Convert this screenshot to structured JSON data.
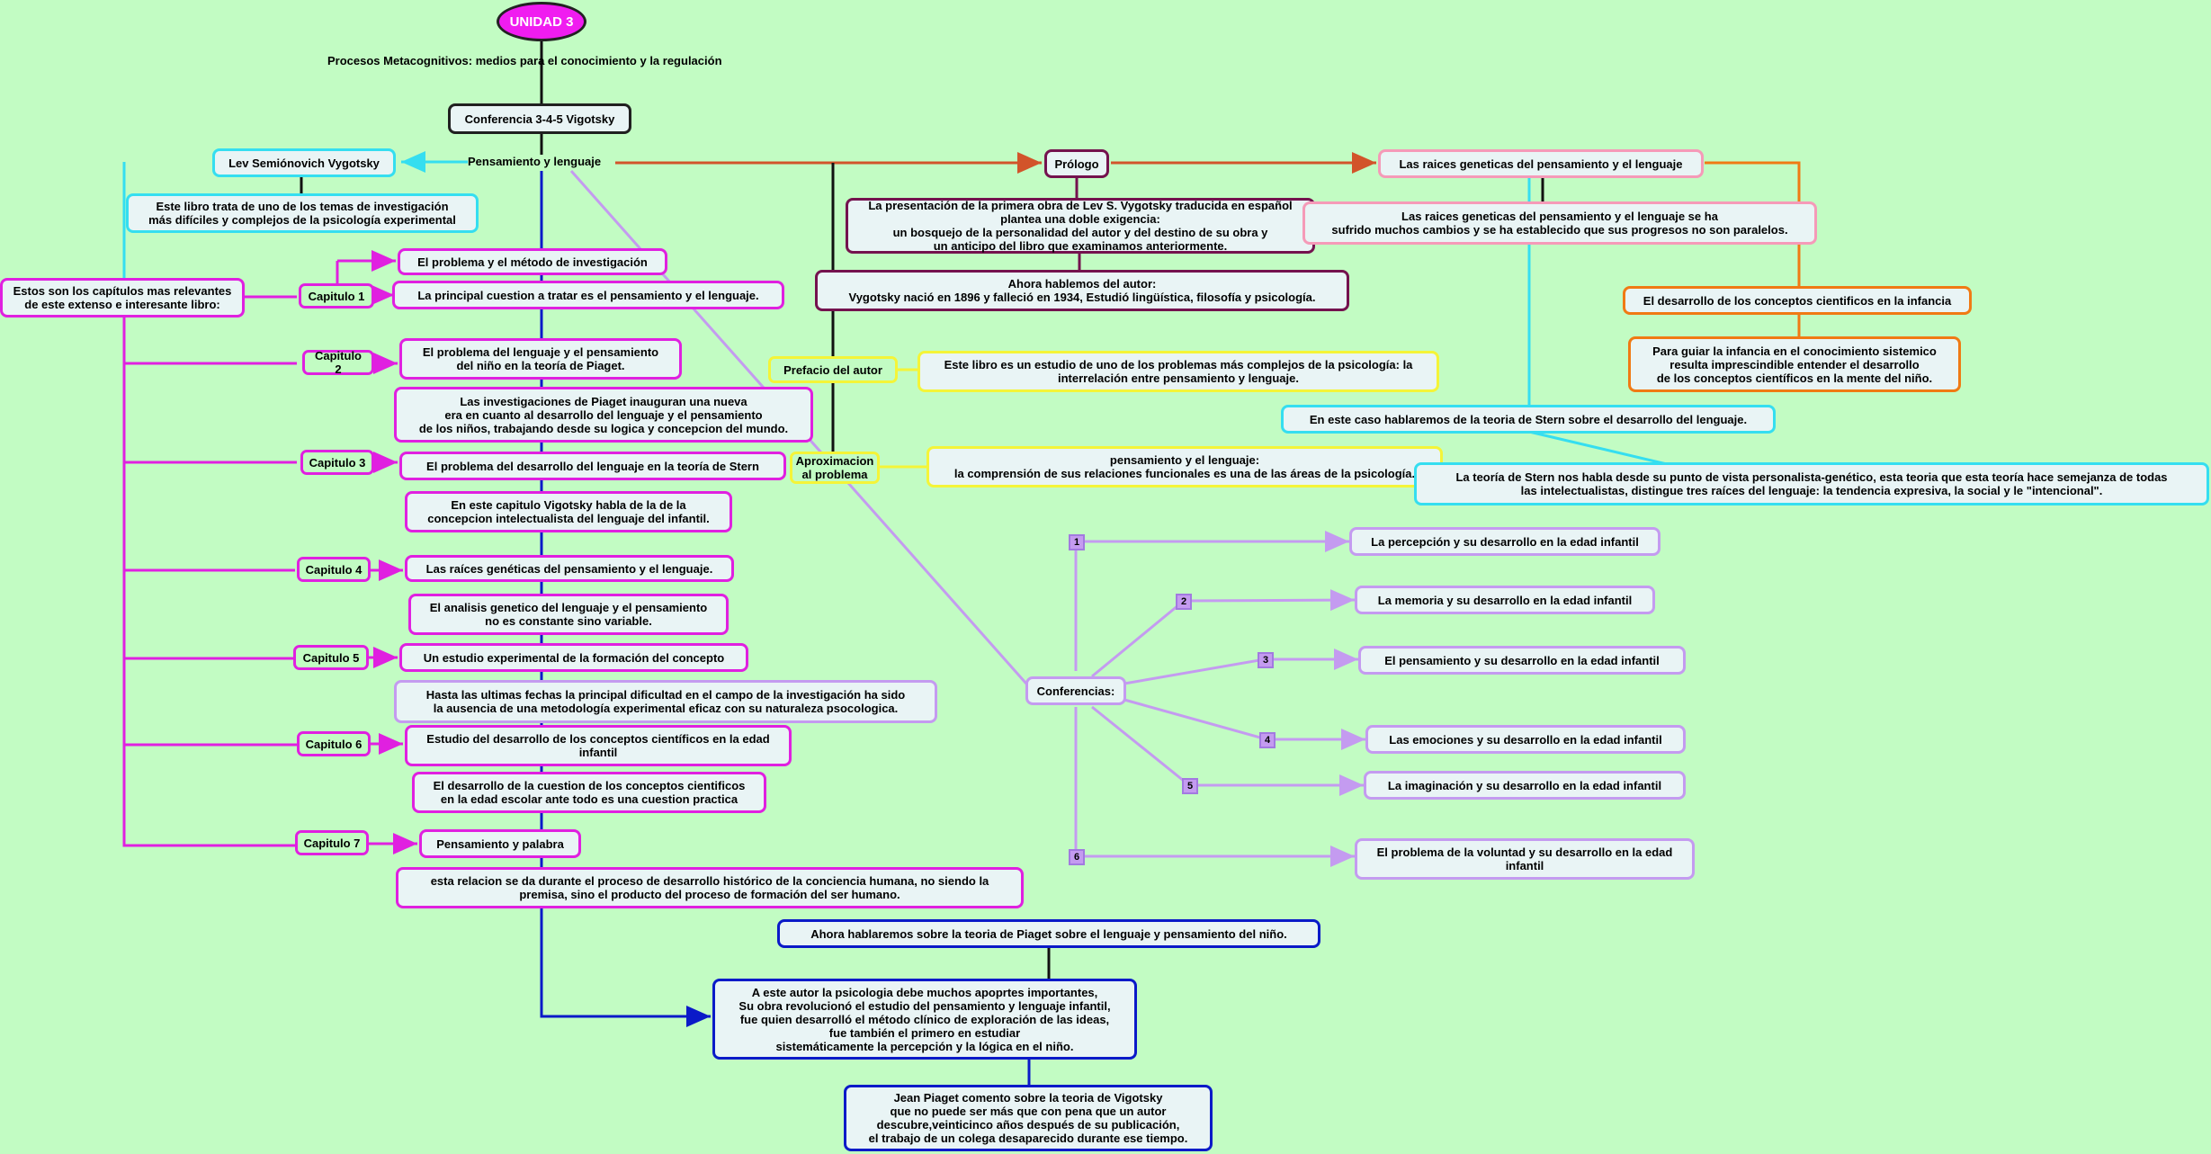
{
  "root": "UNIDAD 3",
  "subtitle": "Procesos Metacognitivos: medios para el conocimiento y la regulación",
  "conferencia": "Conferencia 3-4-5 Vigotsky",
  "pensamiento": "Pensamiento y lenguaje",
  "author_name": "Lev Semiónovich Vygotsky",
  "author_book": "Este libro trata de uno de los temas de investigación\nmás difíciles y complejos de la psicología experimental",
  "chapters_intro": "Estos son los capítulos mas relevantes\nde este extenso e interesante libro:",
  "chapters": [
    {
      "label": "Capitulo 1",
      "title": "El problema y el método de investigación",
      "detail": "La principal cuestion a tratar es el pensamiento y el lenguaje."
    },
    {
      "label": "Capitulo 2",
      "title": "El problema del lenguaje y el pensamiento\ndel niño en la teoría de Piaget.",
      "detail": "Las investigaciones de Piaget inauguran una nueva\nera en cuanto al desarrollo del lenguaje y el pensamiento\nde los niños, trabajando desde su logica y concepcion del mundo."
    },
    {
      "label": "Capitulo 3",
      "title": "El problema del desarrollo del lenguaje en la teoría de Stern",
      "detail": "En este capitulo Vigotsky habla de la de la\nconcepcion intelectualista del lenguaje del infantil."
    },
    {
      "label": "Capitulo 4",
      "title": "Las raíces genéticas del pensamiento y el lenguaje.",
      "detail": "El analisis genetico del lenguaje y el pensamiento\nno es constante sino variable."
    },
    {
      "label": "Capitulo 5",
      "title": "Un estudio experimental de la formación del concepto",
      "detail": "Hasta las ultimas fechas la principal dificultad en el campo de la investigación ha sido\nla ausencia de una metodología experimental eficaz con su naturaleza psocologica."
    },
    {
      "label": "Capitulo 6",
      "title": "Estudio del desarrollo de los conceptos científicos en la edad\ninfantil",
      "detail": "El desarrollo de la cuestion de los conceptos cientificos\nen la edad escolar ante todo es una cuestion practica"
    },
    {
      "label": "Capitulo 7",
      "title": "Pensamiento y palabra",
      "detail": "esta relacion se da durante el proceso de desarrollo histórico de la conciencia humana, no siendo la\npremisa, sino el producto del proceso de formación del ser humano."
    }
  ],
  "piaget_intro": "Ahora hablaremos sobre la teoria de Piaget sobre el lenguaje y pensamiento del niño.",
  "piaget_contrib": "A este autor la psicologia debe muchos apoprtes importantes,\nSu obra revolucionó el estudio del pensamiento y lenguaje infantil,\nfue quien desarrolló el método clínico de exploración de las ideas,\nfue también el primero en estudiar\nsistemáticamente la percepción y la lógica en el niño.",
  "piaget_comment": "Jean Piaget comento sobre la teoria de Vigotsky\nque  no puede ser más que con pena que un autor\ndescubre,veinticinco años después de su publicación,\nel trabajo de un colega desaparecido durante ese tiempo.",
  "prologo": "Prólogo",
  "prologo_text": "La presentación de la primera obra de Lev S. Vygotsky traducida en español\nplantea una doble exigencia:\nun bosquejo de la personalidad del autor y del destino de su obra y\nun anticipo del libro que examinamos anteriormente.",
  "autor_text": "Ahora hablemos del autor:\nVygotsky nació en 1896 y falleció en 1934, Estudió lingüística, filosofía y psicología.",
  "prefacio": "Prefacio del autor",
  "prefacio_text": "Este libro es un estudio de uno de los problemas más complejos de la psicología: la\ninterrelación entre pensamiento y lenguaje.",
  "aprox": "Aproximacion\nal problema",
  "aprox_text": "pensamiento y el lenguaje:\nla comprensión de sus relaciones funcionales es una de las áreas de la psicología.",
  "raices": "Las raices geneticas del pensamiento y el lenguaje",
  "raices_text": "Las raices geneticas del pensamiento y el lenguaje se ha\nsufrido muchos cambios y se ha establecido que sus progresos no son paralelos.",
  "conceptos": "El desarrollo de los conceptos cientificos en la infancia",
  "conceptos_text": "Para guiar la infancia en el conocimiento sistemico\nresulta imprescindible entender el desarrollo\nde los conceptos científicos en la mente del niño.",
  "stern": "En este caso hablaremos de la teoria de Stern sobre el desarrollo del lenguaje.",
  "stern_text": "La teoría de Stern nos habla desde su punto de vista personalista-genético, esta teoria que esta teoría hace semejanza de todas\nlas intelectualistas, distingue tres raíces del lenguaje: la tendencia expresiva, la social y le \"intencional\".",
  "conferencias": "Conferencias:",
  "conferencias_items": [
    {
      "n": "1",
      "text": "La percepción y su desarrollo en la edad infantil"
    },
    {
      "n": "2",
      "text": "La memoria y su desarrollo en la edad infantil"
    },
    {
      "n": "3",
      "text": "El pensamiento y su desarrollo en la edad infantil"
    },
    {
      "n": "4",
      "text": "Las emociones y su desarrollo en la edad infantil"
    },
    {
      "n": "5",
      "text": "La imaginación y su desarrollo en la edad infantil"
    },
    {
      "n": "6",
      "text": "El problema de la voluntad y su desarrollo en la edad\ninfantil"
    }
  ],
  "colors": {
    "background": "#c2fcc3",
    "magenta": "#e020e0",
    "cyan": "#35def0",
    "lavender": "#c49bf0",
    "yellow": "#f4f438",
    "blue": "#0b1ac8",
    "plum": "#74124e",
    "orange": "#f07a14",
    "pink": "#f59ab8"
  }
}
